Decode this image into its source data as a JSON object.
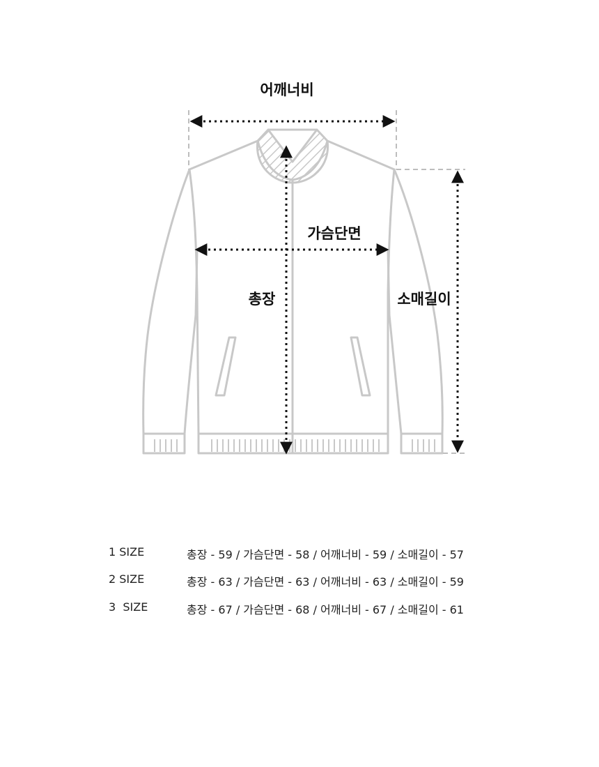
{
  "labels": {
    "shoulder": "어깨너비",
    "chest": "가슴단면",
    "length": "총장",
    "sleeve": "소매길이"
  },
  "sizes": [
    {
      "size": "1 SIZE",
      "values": "총장 - 59 / 가슴단면 - 58 / 어깨너비 - 59 / 소매길이 - 57"
    },
    {
      "size": "2 SIZE",
      "values": "총장 - 63 / 가슴단면 - 63 / 어깨너비 - 63 / 소매길이 - 59"
    },
    {
      "size": "3  SIZE",
      "values": "총장 - 67 / 가슴단면 - 68 / 어깨너비 - 67 / 소매길이 - 61"
    }
  ],
  "colors": {
    "garment_outline": "#c8c8c8",
    "measure_line": "#111111",
    "guide_dash": "#bdbdbd"
  }
}
